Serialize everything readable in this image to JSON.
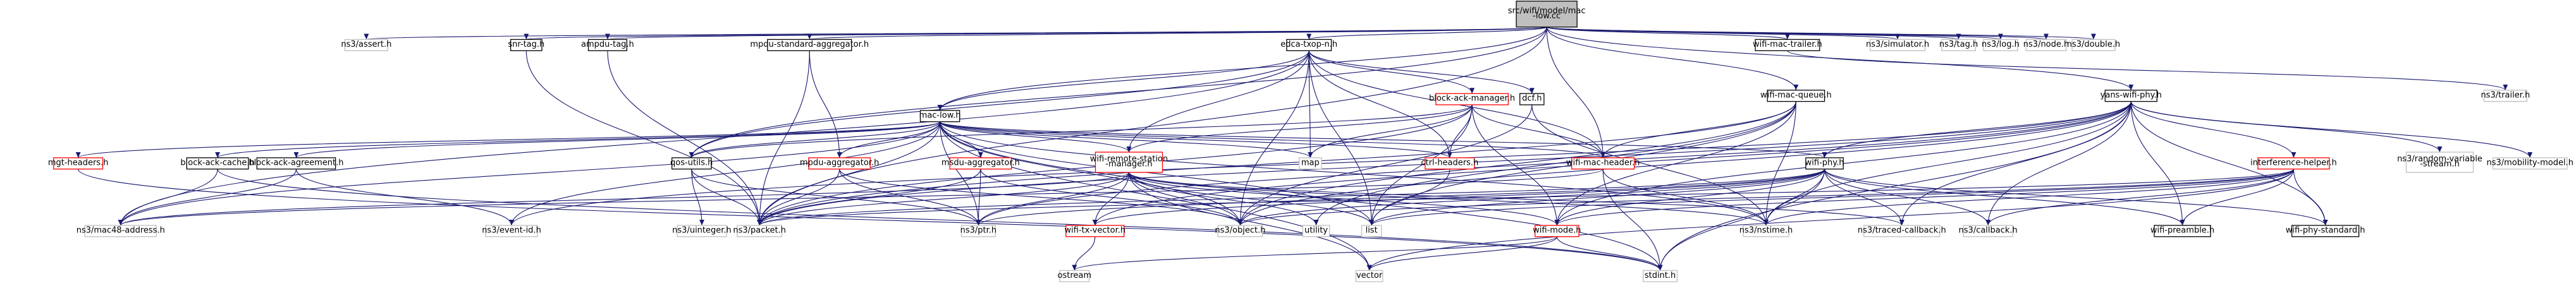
{
  "colors": {
    "edge": "#191970",
    "root_fill": "#bfbfbf",
    "root_border": "#000000",
    "local_border": "#000000",
    "include_red_border": "#ff0000",
    "external_border": "#bfbfbf",
    "external_text": "#000000",
    "background": "#ffffff"
  },
  "root": {
    "id": "root",
    "lines": [
      "src/wifi/model/mac",
      "-low.cc"
    ]
  },
  "nodes": [
    {
      "id": "asset",
      "label": "ns3/assert.h",
      "style": "external"
    },
    {
      "id": "snrtag",
      "label": "snr-tag.h",
      "style": "local"
    },
    {
      "id": "ampdutag",
      "label": "ampdu-tag.h",
      "style": "local"
    },
    {
      "id": "mpdustdagg",
      "label": "mpdu-standard-aggregator.h",
      "style": "local"
    },
    {
      "id": "edcatxop",
      "label": "edca-txop-n.h",
      "style": "local"
    },
    {
      "id": "wifimactrailer",
      "label": "wifi-mac-trailer.h",
      "style": "local"
    },
    {
      "id": "simulator",
      "label": "ns3/simulator.h",
      "style": "external"
    },
    {
      "id": "tag",
      "label": "ns3/tag.h",
      "style": "external"
    },
    {
      "id": "log",
      "label": "ns3/log.h",
      "style": "external"
    },
    {
      "id": "node",
      "label": "ns3/node.h",
      "style": "external"
    },
    {
      "id": "double",
      "label": "ns3/double.h",
      "style": "external"
    },
    {
      "id": "trailer",
      "label": "ns3/trailer.h",
      "style": "external"
    },
    {
      "id": "blockackmgr",
      "label": "block-ack-manager.h",
      "style": "red"
    },
    {
      "id": "dcf",
      "label": "dcf.h",
      "style": "local"
    },
    {
      "id": "maclow",
      "label": "mac-low.h",
      "style": "local"
    },
    {
      "id": "wifimacqueue",
      "label": "wifi-mac-queue.h",
      "style": "local"
    },
    {
      "id": "yanswifiphy",
      "label": "yans-wifi-phy.h",
      "style": "local"
    },
    {
      "id": "mgtheaders",
      "label": "mgt-headers.h",
      "style": "red"
    },
    {
      "id": "blockackcache",
      "label": "block-ack-cache.h",
      "style": "local"
    },
    {
      "id": "blockackagreement",
      "label": "block-ack-agreement.h",
      "style": "local"
    },
    {
      "id": "qosutils",
      "label": "qos-utils.h",
      "style": "local"
    },
    {
      "id": "mpduagg",
      "label": "mpdu-aggregator.h",
      "style": "red"
    },
    {
      "id": "msduagg",
      "label": "msdu-aggregator.h",
      "style": "red"
    },
    {
      "id": "wifiremote",
      "label": "wifi-remote-station-manager.h",
      "lines": [
        "wifi-remote-station",
        "-manager.h"
      ],
      "style": "red"
    },
    {
      "id": "map",
      "label": "map",
      "style": "external"
    },
    {
      "id": "ctrlheaders",
      "label": "ctrl-headers.h",
      "style": "red"
    },
    {
      "id": "wifimacheader",
      "label": "wifi-mac-header.h",
      "style": "red"
    },
    {
      "id": "wifiphy",
      "label": "wifi-phy.h",
      "style": "local"
    },
    {
      "id": "interference",
      "label": "interference-helper.h",
      "style": "red"
    },
    {
      "id": "randomvar",
      "label": "ns3/random-variable-stream.h",
      "lines": [
        "ns3/random-variable",
        "-stream.h"
      ],
      "style": "external"
    },
    {
      "id": "mobility",
      "label": "ns3/mobility-model.h",
      "style": "external"
    },
    {
      "id": "macaddr",
      "label": "ns3/mac48-address.h",
      "style": "external"
    },
    {
      "id": "eventid",
      "label": "ns3/event-id.h",
      "style": "external"
    },
    {
      "id": "uinteger",
      "label": "ns3/uinteger.h",
      "style": "external"
    },
    {
      "id": "packet",
      "label": "ns3/packet.h",
      "style": "external"
    },
    {
      "id": "ptr",
      "label": "ns3/ptr.h",
      "style": "external"
    },
    {
      "id": "wifitxvector",
      "label": "wifi-tx-vector.h",
      "style": "red"
    },
    {
      "id": "object",
      "label": "ns3/object.h",
      "style": "external"
    },
    {
      "id": "utility",
      "label": "utility",
      "style": "external"
    },
    {
      "id": "list",
      "label": "list",
      "style": "external"
    },
    {
      "id": "wifimode",
      "label": "wifi-mode.h",
      "style": "red"
    },
    {
      "id": "nstime",
      "label": "ns3/nstime.h",
      "style": "external"
    },
    {
      "id": "tracedcb",
      "label": "ns3/traced-callback.h",
      "style": "external"
    },
    {
      "id": "callback",
      "label": "ns3/callback.h",
      "style": "external"
    },
    {
      "id": "wifipreamble",
      "label": "wifi-preamble.h",
      "style": "local"
    },
    {
      "id": "wifiphystd",
      "label": "wifi-phy-standard.h",
      "style": "local"
    },
    {
      "id": "ostream",
      "label": "ostream",
      "style": "external"
    },
    {
      "id": "vector",
      "label": "vector",
      "style": "external"
    },
    {
      "id": "stdint",
      "label": "stdint.h",
      "style": "external"
    }
  ],
  "edges": [
    [
      "root",
      "asset"
    ],
    [
      "root",
      "snrtag"
    ],
    [
      "root",
      "ampdutag"
    ],
    [
      "root",
      "mpdustdagg"
    ],
    [
      "root",
      "edcatxop"
    ],
    [
      "root",
      "wifimactrailer"
    ],
    [
      "root",
      "simulator"
    ],
    [
      "root",
      "tag"
    ],
    [
      "root",
      "log"
    ],
    [
      "root",
      "node"
    ],
    [
      "root",
      "double"
    ],
    [
      "root",
      "maclow"
    ],
    [
      "root",
      "wifimacqueue"
    ],
    [
      "root",
      "yanswifiphy"
    ],
    [
      "root",
      "qosutils"
    ],
    [
      "root",
      "packet"
    ],
    [
      "root",
      "wifimacheader"
    ],
    [
      "wifimactrailer",
      "trailer"
    ],
    [
      "snrtag",
      "packet"
    ],
    [
      "ampdutag",
      "packet"
    ],
    [
      "mpdustdagg",
      "mpduagg"
    ],
    [
      "mpdustdagg",
      "packet"
    ],
    [
      "edcatxop",
      "blockackmgr"
    ],
    [
      "edcatxop",
      "dcf"
    ],
    [
      "edcatxop",
      "maclow"
    ],
    [
      "edcatxop",
      "wifimacheader"
    ],
    [
      "edcatxop",
      "wifiremote"
    ],
    [
      "edcatxop",
      "map"
    ],
    [
      "edcatxop",
      "object"
    ],
    [
      "edcatxop",
      "list"
    ],
    [
      "edcatxop",
      "qosutils"
    ],
    [
      "edcatxop",
      "macaddr"
    ],
    [
      "edcatxop",
      "ctrlheaders"
    ],
    [
      "blockackmgr",
      "map"
    ],
    [
      "blockackmgr",
      "list"
    ],
    [
      "blockackmgr",
      "ctrlheaders"
    ],
    [
      "blockackmgr",
      "wifimacheader"
    ],
    [
      "blockackmgr",
      "wifiremote"
    ],
    [
      "blockackmgr",
      "wifimode"
    ],
    [
      "blockackmgr",
      "packet"
    ],
    [
      "blockackmgr",
      "qosutils"
    ],
    [
      "dcf",
      "object"
    ],
    [
      "dcf",
      "nstime"
    ],
    [
      "maclow",
      "mgtheaders"
    ],
    [
      "maclow",
      "blockackcache"
    ],
    [
      "maclow",
      "blockackagreement"
    ],
    [
      "maclow",
      "qosutils"
    ],
    [
      "maclow",
      "mpduagg"
    ],
    [
      "maclow",
      "msduagg"
    ],
    [
      "maclow",
      "wifiremote"
    ],
    [
      "maclow",
      "map"
    ],
    [
      "maclow",
      "ctrlheaders"
    ],
    [
      "maclow",
      "wifimacheader"
    ],
    [
      "maclow",
      "wifiphy"
    ],
    [
      "maclow",
      "macaddr"
    ],
    [
      "maclow",
      "eventid"
    ],
    [
      "maclow",
      "packet"
    ],
    [
      "maclow",
      "ptr"
    ],
    [
      "maclow",
      "object"
    ],
    [
      "maclow",
      "list"
    ],
    [
      "maclow",
      "nstime"
    ],
    [
      "maclow",
      "vector"
    ],
    [
      "maclow",
      "stdint"
    ],
    [
      "wifimacqueue",
      "wifimacheader"
    ],
    [
      "wifimacqueue",
      "packet"
    ],
    [
      "wifimacqueue",
      "object"
    ],
    [
      "wifimacqueue",
      "nstime"
    ],
    [
      "wifimacqueue",
      "list"
    ],
    [
      "wifimacqueue",
      "utility"
    ],
    [
      "wifimacqueue",
      "wifimode"
    ],
    [
      "yanswifiphy",
      "wifiphy"
    ],
    [
      "yanswifiphy",
      "interference"
    ],
    [
      "yanswifiphy",
      "randomvar"
    ],
    [
      "yanswifiphy",
      "mobility"
    ],
    [
      "yanswifiphy",
      "wifimode"
    ],
    [
      "yanswifiphy",
      "wifipreamble"
    ],
    [
      "yanswifiphy",
      "wifiphystd"
    ],
    [
      "yanswifiphy",
      "nstime"
    ],
    [
      "yanswifiphy",
      "tracedcb"
    ],
    [
      "yanswifiphy",
      "callback"
    ],
    [
      "yanswifiphy",
      "eventid"
    ],
    [
      "yanswifiphy",
      "object"
    ],
    [
      "yanswifiphy",
      "ptr"
    ],
    [
      "yanswifiphy",
      "packet"
    ],
    [
      "yanswifiphy",
      "stdint"
    ],
    [
      "yanswifiphy",
      "wifitxvector"
    ],
    [
      "mgtheaders",
      "stdint"
    ],
    [
      "blockackcache",
      "macaddr"
    ],
    [
      "blockackcache",
      "stdint"
    ],
    [
      "blockackagreement",
      "macaddr"
    ],
    [
      "blockackagreement",
      "eventid"
    ],
    [
      "qosutils",
      "packet"
    ],
    [
      "qosutils",
      "uinteger"
    ],
    [
      "qosutils",
      "ptr"
    ],
    [
      "mpduagg",
      "packet"
    ],
    [
      "mpduagg",
      "ptr"
    ],
    [
      "mpduagg",
      "object"
    ],
    [
      "msduagg",
      "packet"
    ],
    [
      "msduagg",
      "ptr"
    ],
    [
      "msduagg",
      "object"
    ],
    [
      "wifiremote",
      "macaddr"
    ],
    [
      "wifiremote",
      "tracedcb"
    ],
    [
      "wifiremote",
      "packet"
    ],
    [
      "wifiremote",
      "object"
    ],
    [
      "wifiremote",
      "nstime"
    ],
    [
      "wifiremote",
      "wifitxvector"
    ],
    [
      "wifiremote",
      "wifimode"
    ],
    [
      "wifiremote",
      "utility"
    ],
    [
      "wifiremote",
      "vector"
    ],
    [
      "wifiremote",
      "list"
    ],
    [
      "wifiremote",
      "ptr"
    ],
    [
      "ctrlheaders",
      "list"
    ],
    [
      "wifimacheader",
      "macaddr"
    ],
    [
      "wifimacheader",
      "nstime"
    ],
    [
      "wifimacheader",
      "stdint"
    ],
    [
      "wifiphy",
      "stdint"
    ],
    [
      "wifiphy",
      "callback"
    ],
    [
      "wifiphy",
      "packet"
    ],
    [
      "wifiphy",
      "object"
    ],
    [
      "wifiphy",
      "nstime"
    ],
    [
      "wifiphy",
      "ptr"
    ],
    [
      "wifiphy",
      "tracedcb"
    ],
    [
      "wifiphy",
      "wifimode"
    ],
    [
      "wifiphy",
      "wifipreamble"
    ],
    [
      "wifiphy",
      "wifiphystd"
    ],
    [
      "wifiphy",
      "list"
    ],
    [
      "wifiphy",
      "wifitxvector"
    ],
    [
      "interference",
      "nstime"
    ],
    [
      "interference",
      "wifipreamble"
    ],
    [
      "interference",
      "wifiphystd"
    ],
    [
      "interference",
      "wifimode"
    ],
    [
      "interference",
      "packet"
    ],
    [
      "interference",
      "object"
    ],
    [
      "interference",
      "vector"
    ],
    [
      "interference",
      "list"
    ],
    [
      "interference",
      "callback"
    ],
    [
      "wifitxvector",
      "ostream"
    ],
    [
      "wifimode",
      "stdint"
    ],
    [
      "wifimode",
      "ostream"
    ],
    [
      "wifimode",
      "vector"
    ]
  ]
}
